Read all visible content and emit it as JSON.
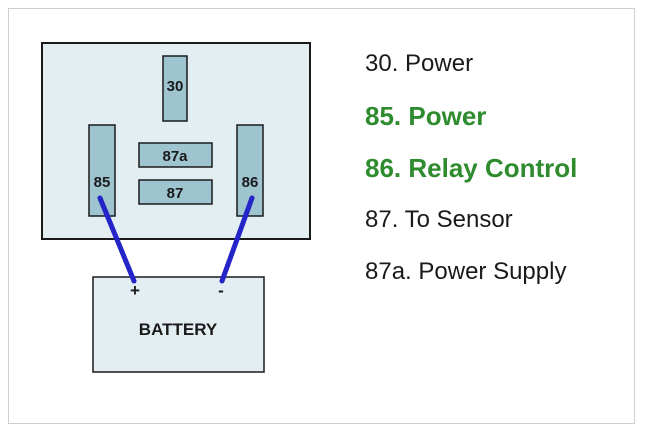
{
  "diagram": {
    "relay": {
      "pins": [
        {
          "id": "30",
          "label": "30"
        },
        {
          "id": "85",
          "label": "85"
        },
        {
          "id": "87a",
          "label": "87a"
        },
        {
          "id": "87",
          "label": "87"
        },
        {
          "id": "86",
          "label": "86"
        }
      ]
    },
    "battery": {
      "label": "BATTERY",
      "positive_label": "+",
      "negative_label": "-"
    },
    "colors": {
      "relay_fill": "#e3eef2",
      "pin_fill": "#9ec4d0",
      "battery_fill": "#e3eef2",
      "wire": "#2424c8",
      "highlight_text": "#2e8b2e"
    }
  },
  "legend": {
    "items": [
      {
        "text": "30. Power",
        "color": "#1a1a1a",
        "highlight": false
      },
      {
        "text": "85. Power",
        "color": "#2e8b2e",
        "highlight": true
      },
      {
        "text": "86. Relay Control",
        "color": "#2e8b2e",
        "highlight": true
      },
      {
        "text": "87. To Sensor",
        "color": "#1a1a1a",
        "highlight": false
      },
      {
        "text": "87a. Power Supply",
        "color": "#1a1a1a",
        "highlight": false
      }
    ]
  }
}
